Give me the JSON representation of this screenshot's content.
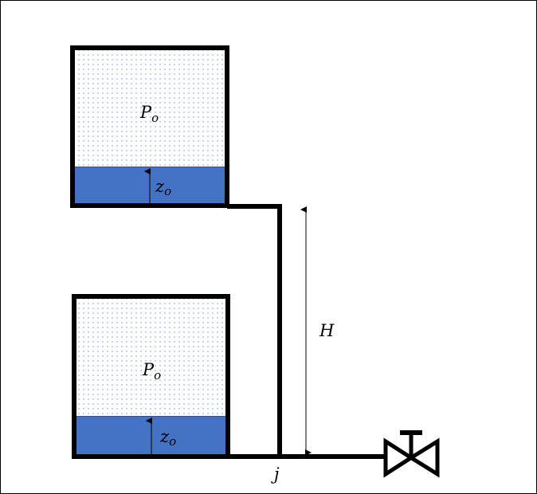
{
  "labels": {
    "top_tank_pressure": "P",
    "top_tank_pressure_sub": "o",
    "top_tank_level": "z",
    "top_tank_level_sub": "o",
    "bottom_tank_pressure": "P",
    "bottom_tank_pressure_sub": "o",
    "bottom_tank_level": "z",
    "bottom_tank_level_sub": "o",
    "height": "H",
    "junction": "j"
  },
  "colors": {
    "water": "#4472c4",
    "gas_dots": "#6f8fd0",
    "line": "#000000"
  }
}
